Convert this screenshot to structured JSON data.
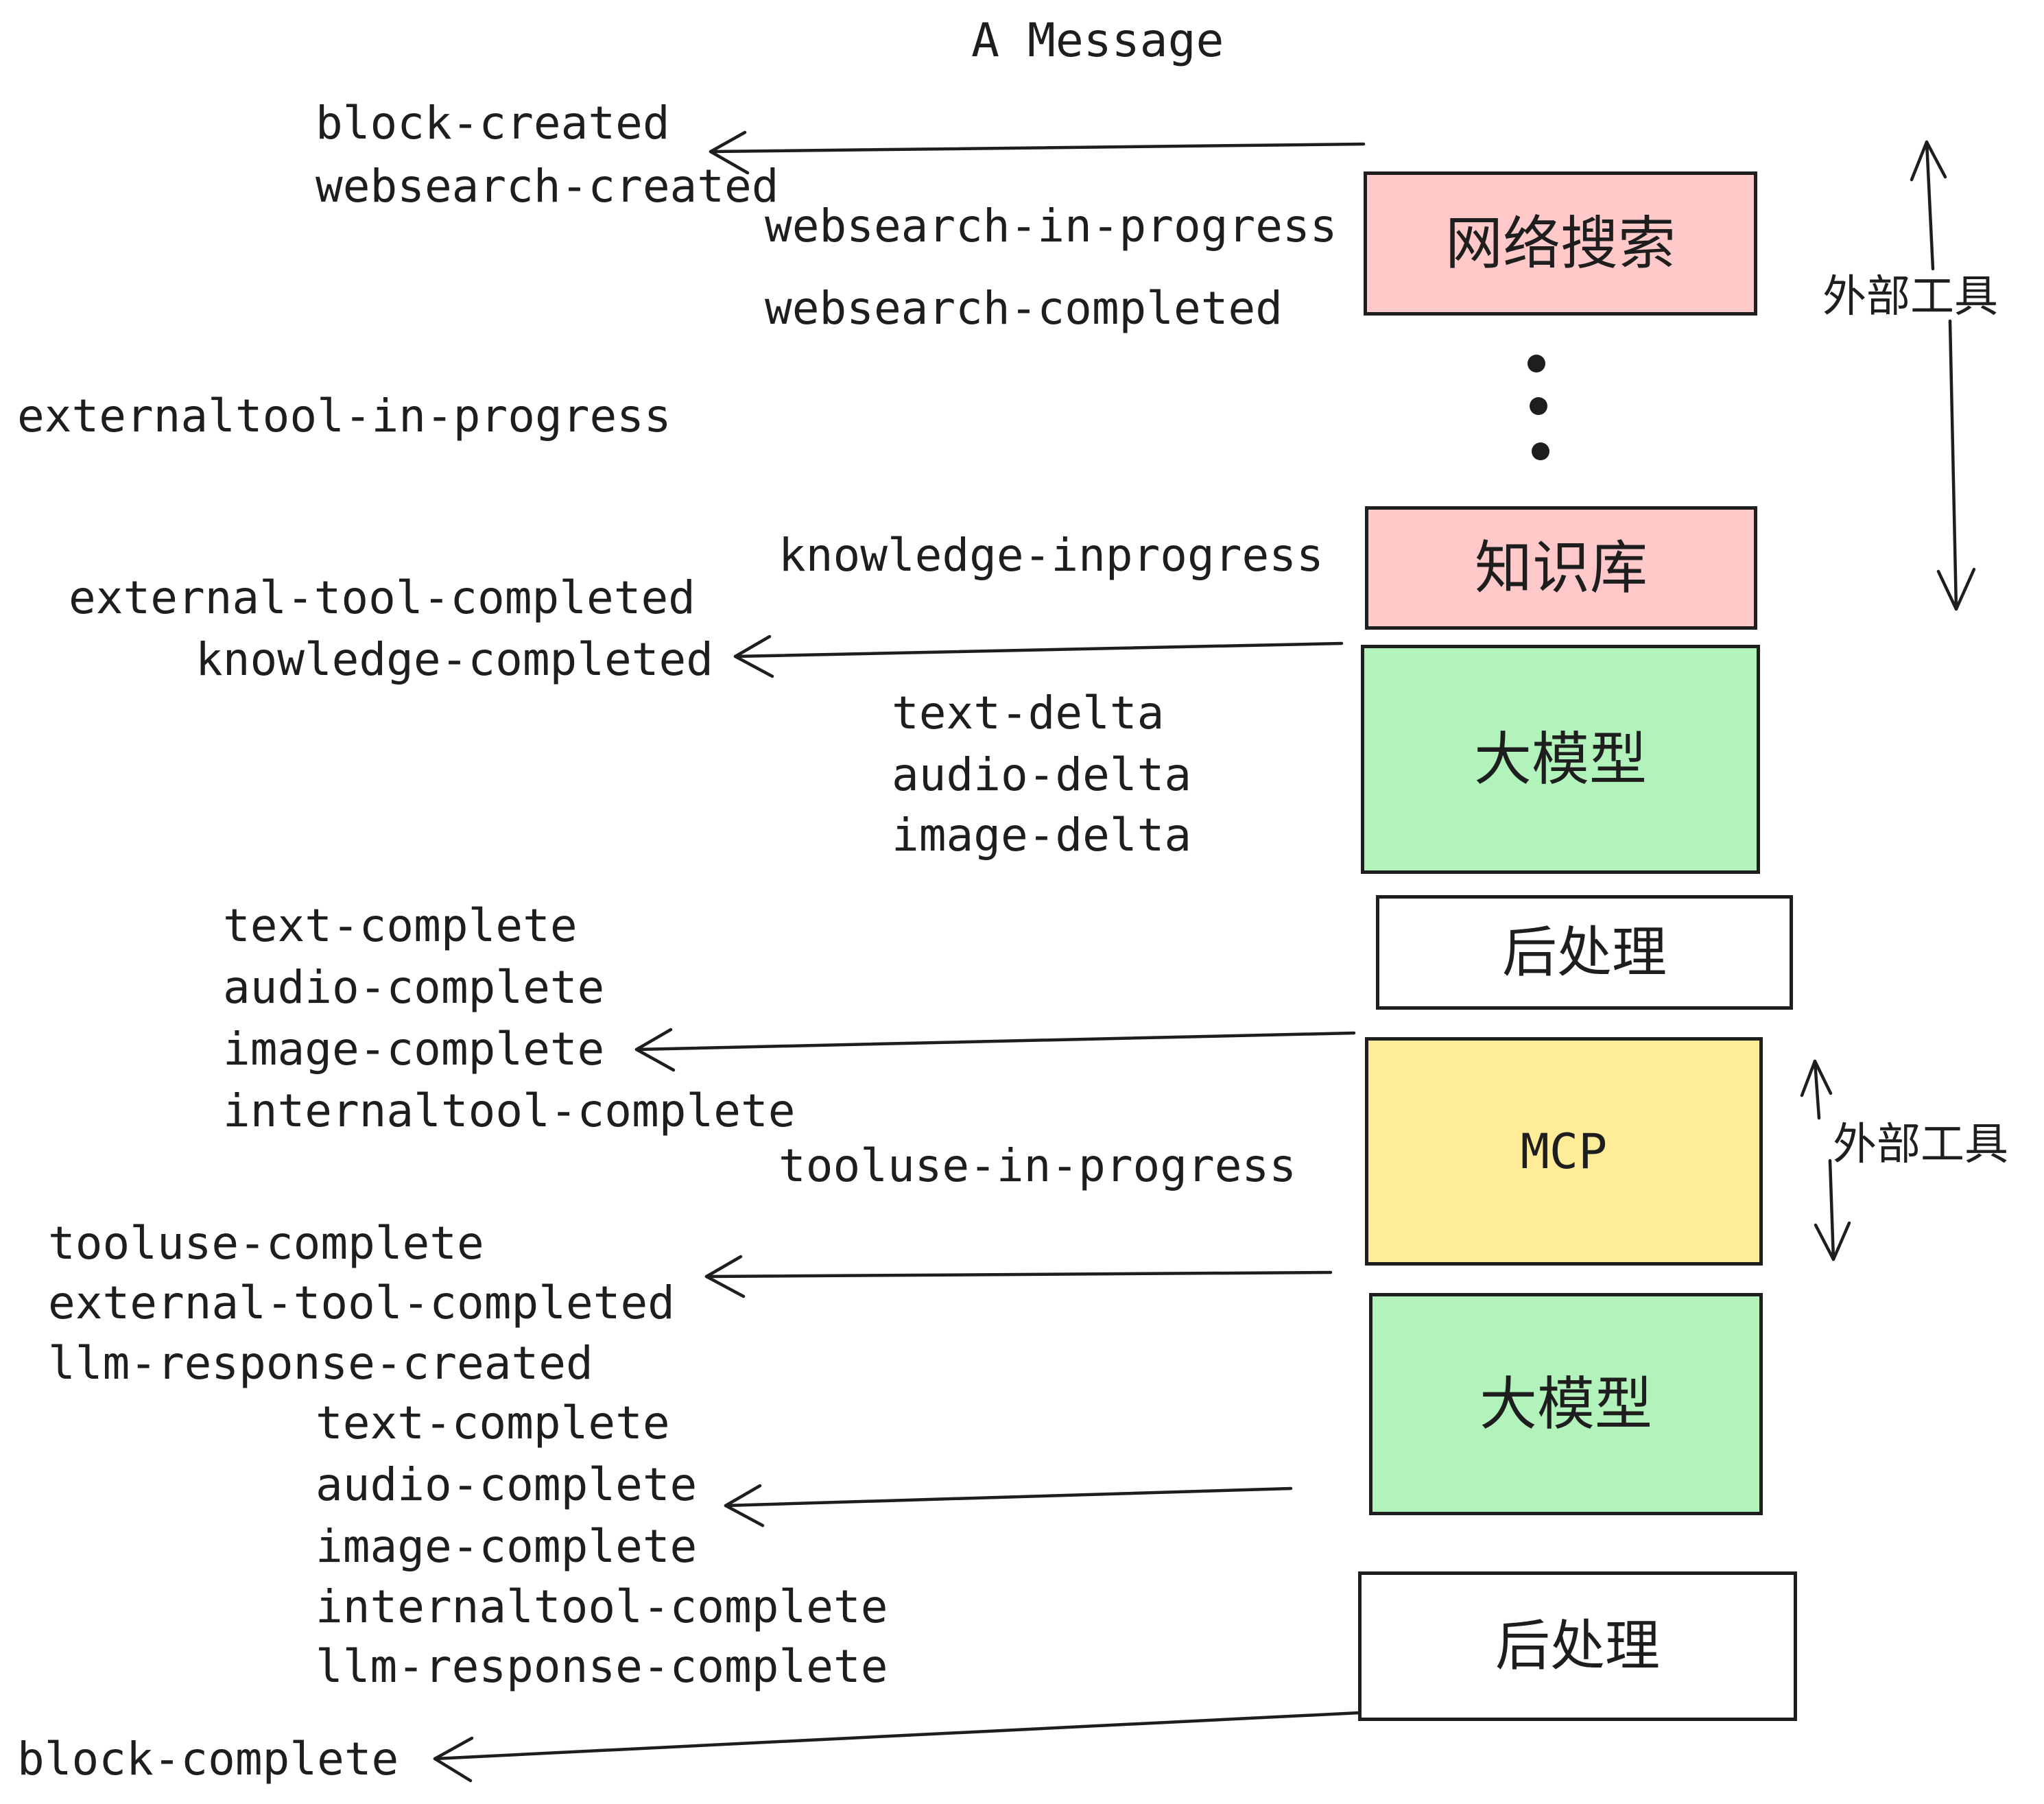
{
  "title": "A Message",
  "colors": {
    "ink": "#1e1e1e",
    "pink": "#ffc9c9",
    "green": "#b2f2bb",
    "yellow": "#ffec99",
    "white": "#ffffff"
  },
  "boxes": [
    {
      "id": "web-search",
      "label": "网络搜索",
      "color": "#ffc9c9"
    },
    {
      "id": "knowledge-base",
      "label": "知识库",
      "color": "#ffc9c9"
    },
    {
      "id": "llm-1",
      "label": "大模型",
      "color": "#b2f2bb"
    },
    {
      "id": "post-process-1",
      "label": "后处理",
      "color": "#ffffff"
    },
    {
      "id": "mcp",
      "label": "MCP",
      "color": "#ffec99"
    },
    {
      "id": "llm-2",
      "label": "大模型",
      "color": "#b2f2bb"
    },
    {
      "id": "post-process-2",
      "label": "后处理",
      "color": "#ffffff"
    }
  ],
  "side_labels": {
    "external_tools_upper": "外部工具",
    "external_tools_lower": "外部工具"
  },
  "events": {
    "block_created": "block-created",
    "websearch_created": "websearch-created",
    "websearch_in_progress": "websearch-in-progress",
    "websearch_completed": "websearch-completed",
    "externaltool_in_progress": "externaltool-in-progress",
    "knowledge_inprogress": "knowledge-inprogress",
    "external_tool_completed": "external-tool-completed",
    "knowledge_completed": "knowledge-completed",
    "text_delta": "text-delta",
    "audio_delta": "audio-delta",
    "image_delta": "image-delta",
    "text_complete": "text-complete",
    "audio_complete": "audio-complete",
    "image_complete": "image-complete",
    "internaltool_complete": "internaltool-complete",
    "tooluse_in_progress": "tooluse-in-progress",
    "tooluse_complete": "tooluse-complete",
    "external_tool_completed_2": "external-tool-completed",
    "llm_response_created": "llm-response-created",
    "llm_response_complete": "llm-response-complete",
    "block_complete": "block-complete"
  }
}
